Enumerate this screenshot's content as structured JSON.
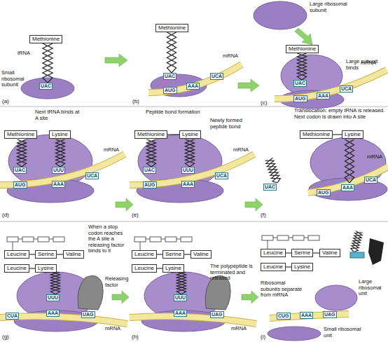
{
  "diagram": {
    "nodes": [
      {
        "text": [
          "Methionine"
        ]
      },
      {
        "text": [
          "Methionine"
        ]
      },
      {
        "text": [
          "Methionine"
        ]
      },
      {
        "text": [
          "Methionine"
        ]
      },
      {
        "text": [
          "Lysine"
        ]
      },
      {
        "text": [
          "Methionine"
        ]
      },
      {
        "text": [
          "Lysine"
        ]
      },
      {
        "text": [
          "Methionine"
        ]
      },
      {
        "text": [
          "Lysine"
        ]
      },
      {
        "text": [
          "Leucine"
        ]
      },
      {
        "text": [
          "Serine"
        ]
      },
      {
        "text": [
          "Valine"
        ]
      },
      {
        "text": [
          "Leucine"
        ]
      },
      {
        "text": [
          "Lysine"
        ]
      },
      {
        "text": [
          "Leucine"
        ]
      },
      {
        "text": [
          "Serine"
        ]
      },
      {
        "text": [
          "Valine"
        ]
      },
      {
        "text": [
          "Leucine"
        ]
      },
      {
        "text": [
          "Lysine"
        ]
      },
      {
        "text": [
          "Leucine"
        ]
      },
      {
        "text": [
          "Serine"
        ]
      },
      {
        "text": [
          "Valine"
        ]
      },
      {
        "text": [
          "Leucine"
        ]
      },
      {
        "text": [
          "Lysine"
        ]
      }
    ],
    "edges": [
      {
        "from": 5,
        "to": 6,
        "arrow": "none"
      },
      {
        "from": 7,
        "to": 8,
        "arrow": "none"
      },
      {
        "from": 9,
        "to": 10,
        "arrow": "none"
      },
      {
        "from": 10,
        "to": 11,
        "arrow": "none"
      },
      {
        "from": 12,
        "to": 13,
        "arrow": "none"
      },
      {
        "from": 14,
        "to": 15,
        "arrow": "none"
      },
      {
        "from": 15,
        "to": 16,
        "arrow": "none"
      },
      {
        "from": 17,
        "to": 18,
        "arrow": "none"
      },
      {
        "from": 19,
        "to": 20,
        "arrow": "none"
      },
      {
        "from": 20,
        "to": 21,
        "arrow": "none"
      },
      {
        "from": 22,
        "to": 23,
        "arrow": "none"
      }
    ],
    "labels": [
      "tRNA",
      "Small ribosomal subunit",
      "UAC",
      "(a)",
      "UAC",
      "AUG",
      "AAA",
      "UCA",
      "mRNA",
      "(b)",
      "Large ribosomal subunit",
      "Large subunit binds",
      "UAC",
      "AUG",
      "AAA",
      "UCA",
      "mRNA",
      "(c)",
      "Next tRNA binds at A site",
      "UAC",
      "UUU",
      "AUG",
      "AAA",
      "UCA",
      "mRNA",
      "(d)",
      "Peptide bond formation",
      "Newly formed peptide bond",
      "UAC",
      "UUU",
      "AUG",
      "AAA",
      "UCA",
      "mRNA",
      "(e)",
      "Translocation: empty tRNA is released. Next codon is drawn into A site",
      "UAC",
      "AUG",
      "AAA",
      "UCA",
      "mRNA",
      "(f)",
      "When a stop codon reaches the A site a releasing factor binds to it",
      "Releasing factor",
      "UUU",
      "CUA",
      "AAA",
      "UAG",
      "mRNA",
      "(g)",
      "The polypeptide is terminated and released",
      "UUU",
      "AAA",
      "UAG",
      "mRNA",
      "(h)",
      "Ribosomal subunits separate from mRNA",
      "Large ribosomal unit",
      "CUG",
      "AAA",
      "UAG",
      "Small ribosomal unit",
      "(i)"
    ]
  }
}
